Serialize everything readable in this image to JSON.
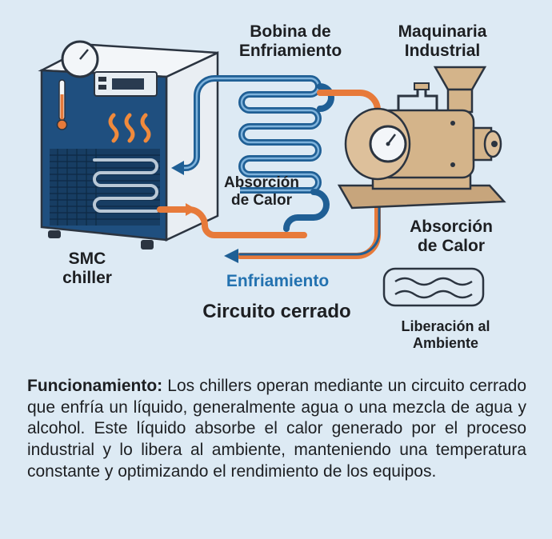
{
  "diagram": {
    "coil_label": "Bobina de\nEnfriamiento",
    "machine_label": "Maquinaria\nIndustrial",
    "heat_absorption_left": "Absorción\nde Calor",
    "heat_absorption_right": "Absorción\nde Calor",
    "chiller_label": "SMC\nchiller",
    "cooling_label": "Enfriamiento",
    "closed_circuit_label": "Circuito cerrado",
    "release_label": "Liberación al\nAmbiente"
  },
  "description": {
    "heading": "Funcionamiento:",
    "text": " Los chillers operan mediante un circuito cerrado que enfría un líquido, generalmente agua o una mezcla de agua y alcohol. Este líquido absorbe el calor generado por el proceso industrial y lo libera al ambiente, manteniendo una temperatura constante y optimizando el rendimiento de los equipos."
  },
  "colors": {
    "background": "#ddeaf4",
    "cold_pipe": "#1f5f95",
    "hot_pipe": "#e77a3a",
    "chiller_blue": "#1f4f7f",
    "machine_body": "#d4b48a"
  }
}
